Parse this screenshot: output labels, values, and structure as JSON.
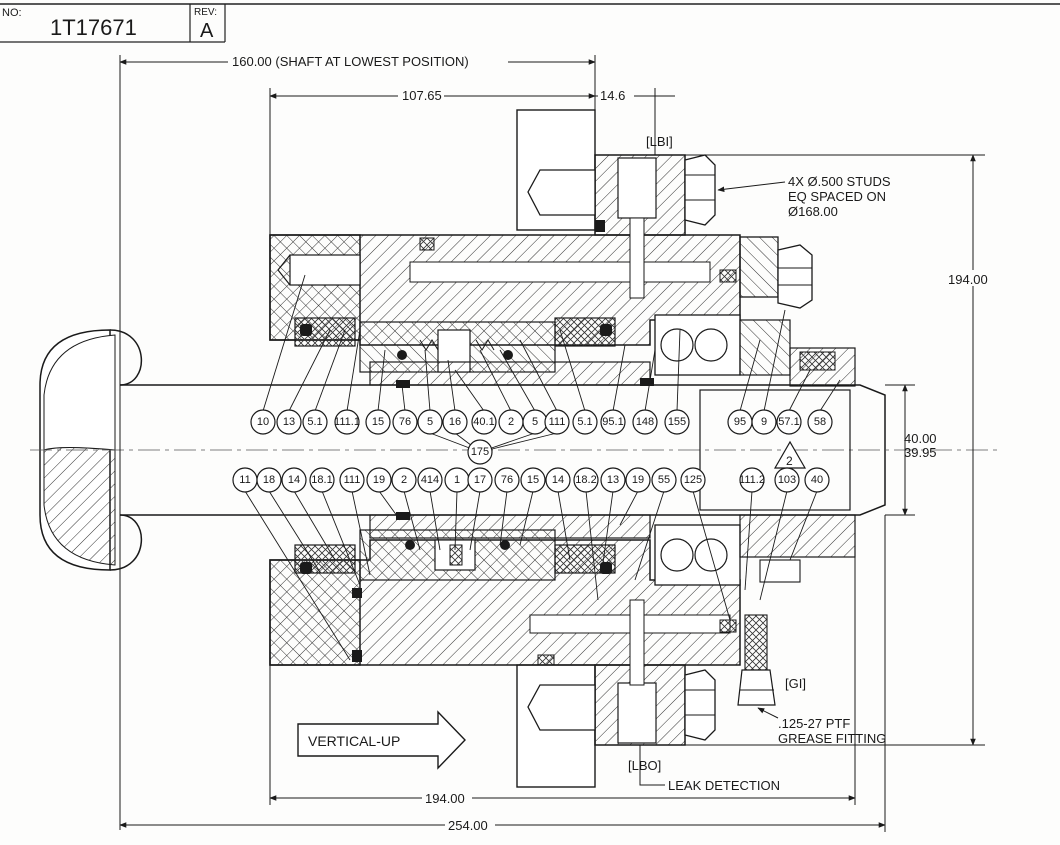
{
  "title_block": {
    "no_label": "NO:",
    "drawing_number": "1T17671",
    "rev_label": "REV:",
    "rev_value": "A"
  },
  "dimensions": {
    "overall_top": "160.00 (SHAFT AT LOWEST POSITION)",
    "inner_top": "107.65",
    "small_top": "14.6",
    "right_height": "194.00",
    "shaft_dia_max": "40.00",
    "shaft_dia_min": "39.95",
    "bottom_inner": "194.00",
    "bottom_overall": "254.00"
  },
  "notes": {
    "lbi": "[LBI]",
    "studs_line1": "4X Ø.500 STUDS",
    "studs_line2": "EQ SPACED ON",
    "studs_line3": "Ø168.00",
    "gi": "[GI]",
    "fitting_line1": ".125-27 PTF",
    "fitting_line2": "GREASE FITTING",
    "lbo": "[LBO]",
    "leak": "LEAK DETECTION",
    "direction": "VERTICAL-UP",
    "rev_triangle": "2"
  },
  "top_bubbles": [
    "10",
    "13",
    "5.1",
    "111.1",
    "15",
    "76",
    "5",
    "16",
    "40.1",
    "2",
    "5",
    "111",
    "5.1",
    "95.1",
    "148",
    "155",
    "95",
    "9",
    "57.1",
    "58"
  ],
  "center_bubble": "175",
  "bottom_bubbles": [
    "11",
    "18",
    "14",
    "18.1",
    "111",
    "19",
    "2",
    "414",
    "1",
    "17",
    "76",
    "15",
    "14",
    "18.2",
    "13",
    "19",
    "55",
    "125",
    "111.2",
    "103",
    "40"
  ]
}
